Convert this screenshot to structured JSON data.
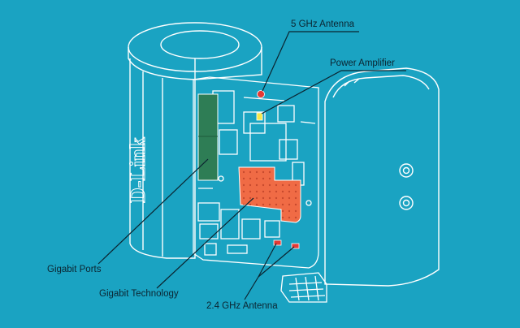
{
  "labels": {
    "antenna_5ghz": "5 GHz Antenna",
    "power_amplifier": "Power Amplifier",
    "gigabit_ports": "Gigabit Ports",
    "gigabit_technology": "Gigabit Technology",
    "antenna_24ghz": "2.4 GHz Antenna"
  },
  "brand": {
    "logo_text": "D-Link"
  },
  "colors": {
    "background": "#1aa3c2",
    "outline": "#ffffff",
    "leader_line": "#0b2430",
    "gigabit_ports_block": "#2e7d55",
    "gigabit_technology_chip": "#f06b45",
    "antenna_5ghz_marker": "#e53935",
    "power_amplifier_marker": "#f5e84a",
    "antenna_24ghz_marker": "#e53935"
  },
  "icons": {
    "brand_logo": "dlink-logo-icon"
  }
}
